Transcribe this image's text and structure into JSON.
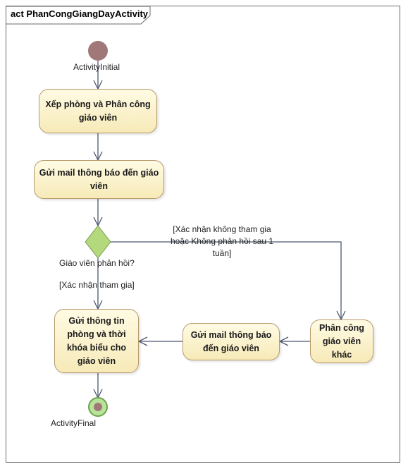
{
  "diagram": {
    "frame_title": "act PhanCongGiangDayActivity",
    "initial_label": "ActivityInitial",
    "final_label": "ActivityFinal",
    "actions": {
      "xep_phong": "Xếp phòng và Phân công giáo viên",
      "gui_mail_1": "Gửi mail thông báo đến giáo viên",
      "gui_thong_tin": "Gửi thông tin phòng và thời khóa biểu cho giáo viên",
      "gui_mail_2": "Gửi mail thông báo đến giáo viên",
      "phan_cong_khac": "Phân công giáo viên khác"
    },
    "decision_label": "Giáo viên phản hồi?",
    "guard_reject_line1": "[Xác nhận không tham gia",
    "guard_reject_line2": "hoặc Không phản hồi sau 1",
    "guard_reject_line3": "tuần]",
    "guard_accept": "[Xác nhận tham gia]",
    "colors": {
      "initial_node": "#a07878",
      "final_node_ring": "#8dc06a",
      "final_node_center": "#a07878",
      "decision": "#b4d87c",
      "action_fill": "#f7eab8",
      "action_border": "#b79a6a",
      "edge": "#4a5870"
    }
  }
}
